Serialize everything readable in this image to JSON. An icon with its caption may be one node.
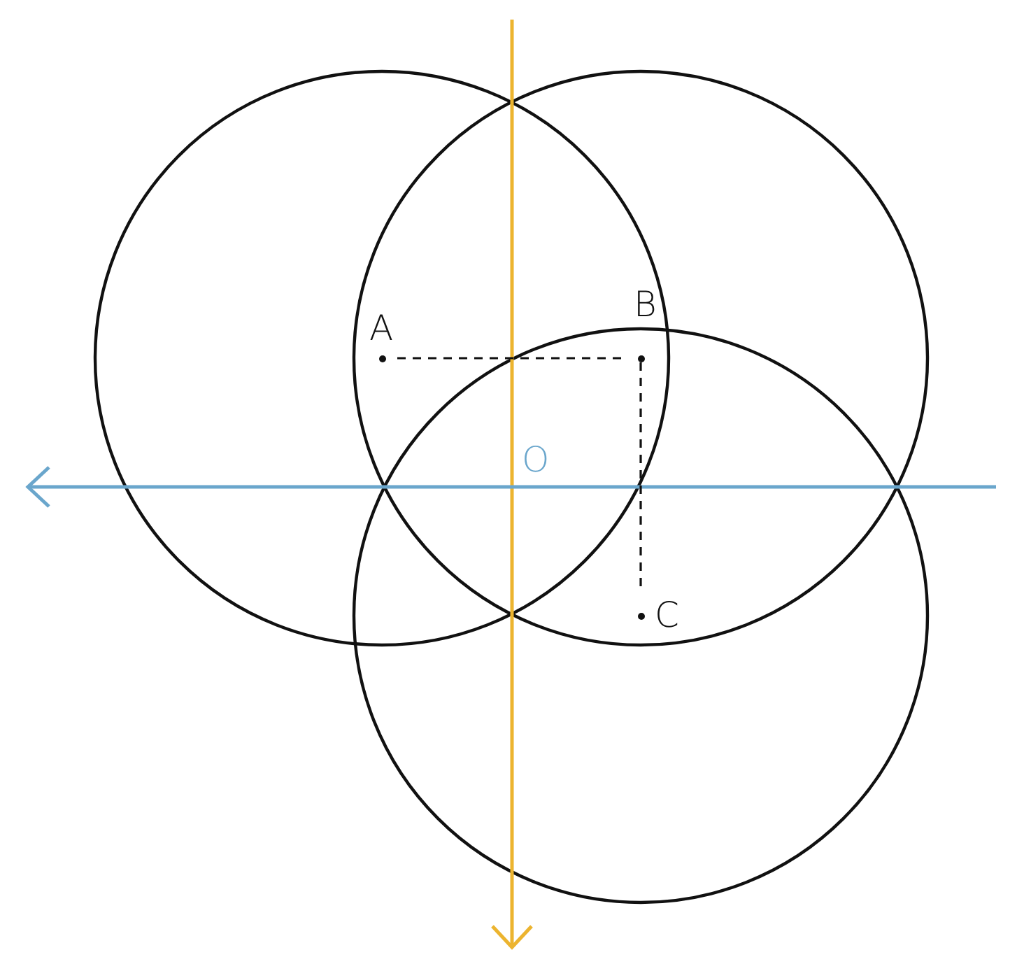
{
  "diagram": {
    "nodes": [
      {
        "text": [
          "A"
        ]
      },
      {
        "text": [
          "B"
        ]
      },
      {
        "text": [
          "C"
        ]
      }
    ],
    "edges": [
      {
        "from": 0,
        "to": 1,
        "arrow": "none",
        "style": "dashed"
      },
      {
        "from": 1,
        "to": 2,
        "arrow": "none",
        "style": "dashed"
      }
    ],
    "labels": [
      "O"
    ]
  }
}
